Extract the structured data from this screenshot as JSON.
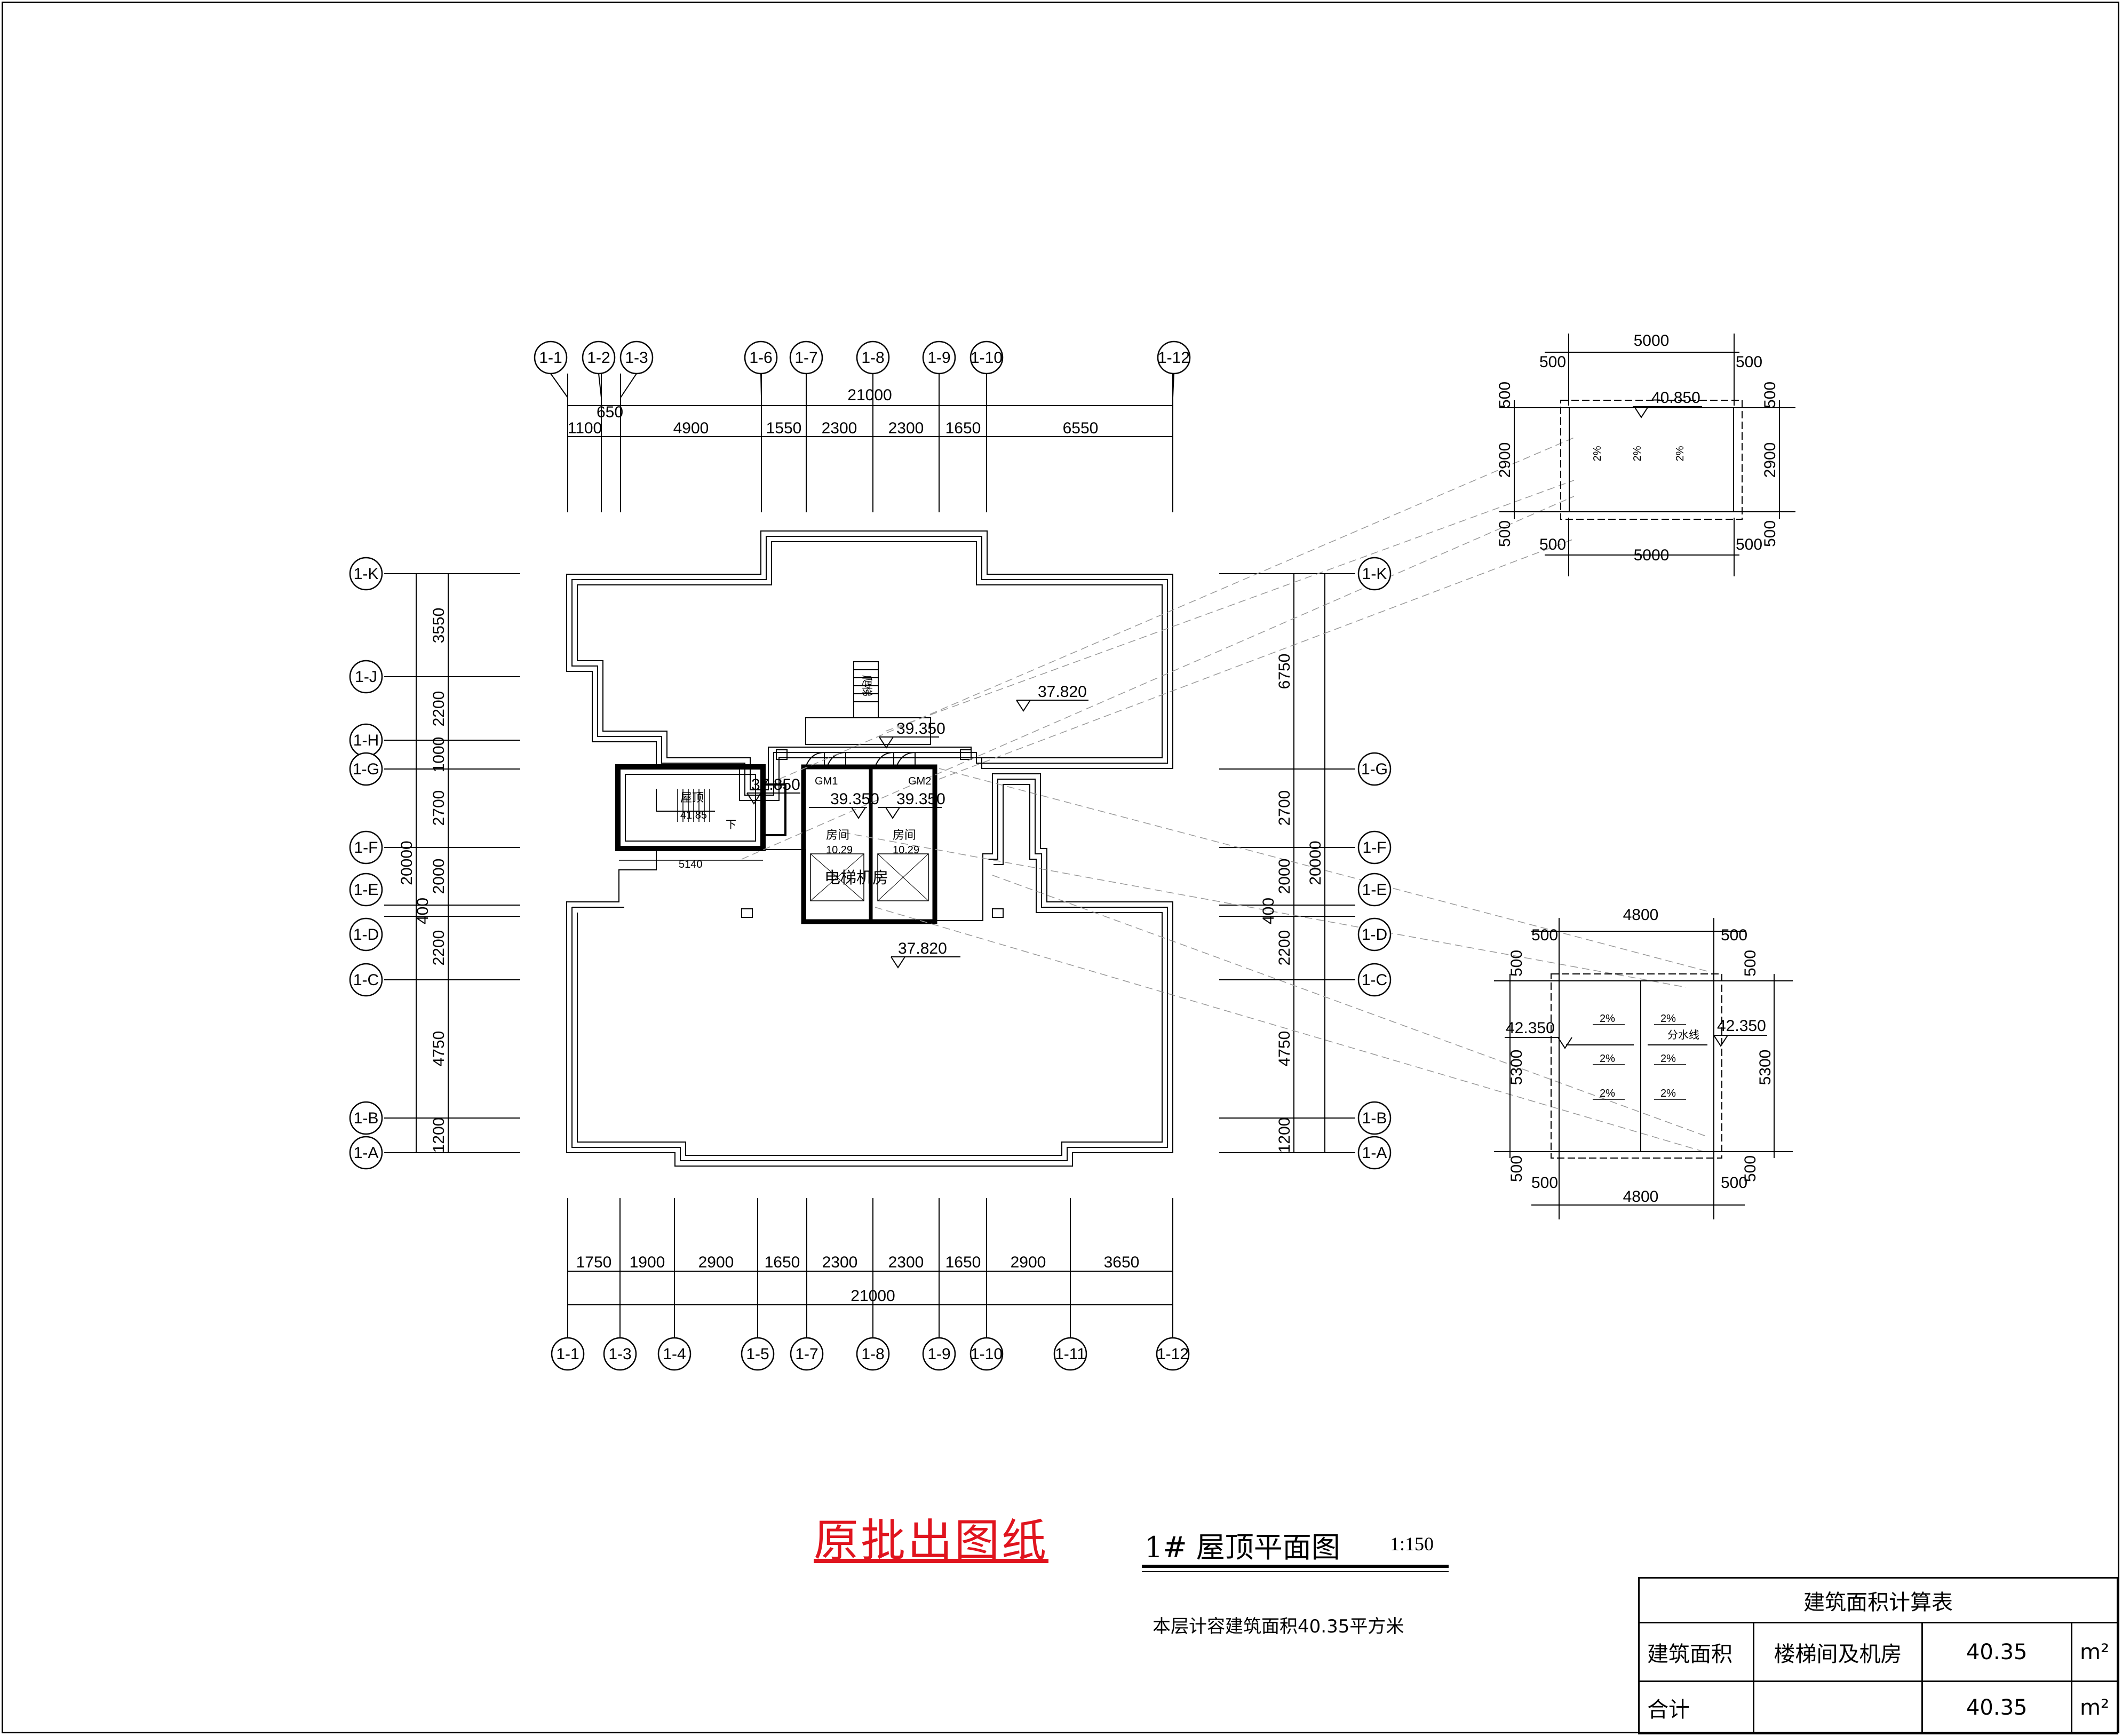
{
  "stamp": "原批出图纸",
  "drawing_title": "1# 屋顶平面图",
  "scale": "1:150",
  "note": "本层计容建筑面积40.35平方米",
  "top_axes": [
    "1-1",
    "1-2",
    "1-3",
    "1-6",
    "1-7",
    "1-8",
    "1-9",
    "1-10",
    "1-12"
  ],
  "bottom_axes": [
    "1-1",
    "1-3",
    "1-4",
    "1-5",
    "1-7",
    "1-8",
    "1-9",
    "1-10",
    "1-11",
    "1-12"
  ],
  "left_axes": [
    "1-K",
    "1-J",
    "1-H",
    "1-G",
    "1-F",
    "1-E",
    "1-D",
    "1-C",
    "1-B",
    "1-A"
  ],
  "right_axes": [
    "1-K",
    "1-G",
    "1-F",
    "1-E",
    "1-D",
    "1-C",
    "1-B",
    "1-A"
  ],
  "top_dims": {
    "total": "21000",
    "segments": [
      "1100",
      "650",
      "4900",
      "1550",
      "2300",
      "2300",
      "1650",
      "6550"
    ]
  },
  "bottom_dims": {
    "total": "21000",
    "segments": [
      "1750",
      "1900",
      "2900",
      "1650",
      "2300",
      "2300",
      "1650",
      "2900",
      "3650"
    ]
  },
  "left_dims": {
    "total": "20000",
    "segments": [
      "3550",
      "2200",
      "1000",
      "2700",
      "2000",
      "400",
      "2200",
      "4750",
      "1200"
    ]
  },
  "right_dims": {
    "total": "20000",
    "segments": [
      "6750",
      "2700",
      "2000",
      "400",
      "2200",
      "4750",
      "1200"
    ]
  },
  "elevations": {
    "roof_upper": "37.820",
    "roof_lower": "37.820",
    "stair": "37.850",
    "machine_top": "39.350",
    "machine_left": "39.350",
    "machine_right": "39.350"
  },
  "labels": {
    "stair_room": "屋顶",
    "stair_elev": "41.85",
    "down": "下",
    "dim_5140": "5140",
    "gm1": "GM1",
    "gm2": "GM2",
    "room1": "房间",
    "room1_val": "10.29",
    "room2": "房间",
    "room2_val": "10.29",
    "elevator_room": "电梯机房",
    "ladder": "爬梯"
  },
  "detail_upper": {
    "top": "5000",
    "bottom": "5000",
    "side_margins": [
      "500",
      "500"
    ],
    "left_dims": [
      "500",
      "2900",
      "500"
    ],
    "right_dims": [
      "500",
      "2900",
      "500"
    ],
    "elev": "40.850",
    "slopes": [
      "2%",
      "2%",
      "2%"
    ]
  },
  "detail_lower": {
    "top": "4800",
    "bottom": "4800",
    "side_margins": [
      "500",
      "500"
    ],
    "left_dims": [
      "500",
      "5300",
      "500"
    ],
    "right_dims": [
      "500",
      "5300",
      "500"
    ],
    "elev_left": "42.350",
    "elev_right": "42.350",
    "watershed": "分水线",
    "slopes": [
      "2%",
      "2%",
      "2%",
      "2%",
      "2%",
      "2%"
    ]
  },
  "table": {
    "title": "建筑面积计算表",
    "row1": {
      "label": "建筑面积",
      "item": "楼梯间及机房",
      "value": "40.35",
      "unit": "m²"
    },
    "row2": {
      "label": "合计",
      "item": "",
      "value": "40.35",
      "unit": "m²"
    }
  }
}
